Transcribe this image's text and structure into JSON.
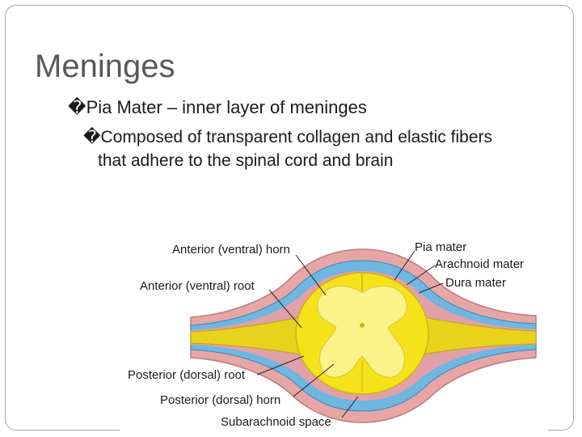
{
  "slide": {
    "title": "Meninges",
    "bullet_glyph": "�",
    "bullets": [
      {
        "text": "Pia Mater – inner layer of meninges"
      },
      {
        "line1": "Composed of transparent collagen and elastic fibers",
        "line2": "that adhere to the spinal cord and brain"
      }
    ]
  },
  "figure": {
    "labels": {
      "anterior_horn": "Anterior (ventral) horn",
      "anterior_root": "Anterior (ventral) root",
      "posterior_root": "Posterior (dorsal) root",
      "posterior_horn": "Posterior (dorsal) horn",
      "subarachnoid": "Subarachnoid space",
      "pia": "Pia mater",
      "arachnoid": "Arachnoid mater",
      "dura": "Dura mater"
    },
    "colors": {
      "dura": "#e7a6a6",
      "arachnoid_space": "#6fb6e0",
      "pia": "#d98a9a",
      "white_matter": "#f5e21a",
      "gray_matter": "#fbf28a",
      "root": "#e8d21c"
    }
  }
}
